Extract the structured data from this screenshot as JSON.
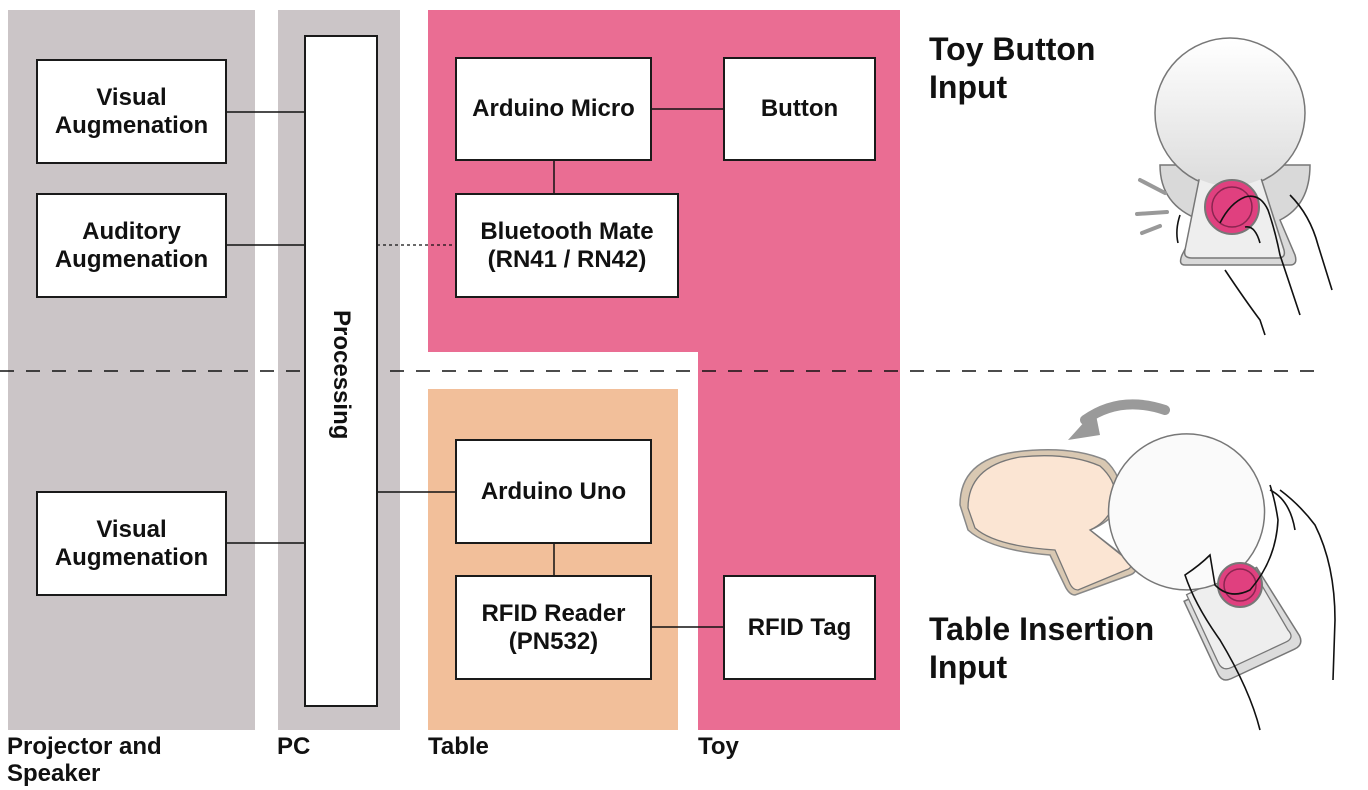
{
  "groups": {
    "projector": "Projector and\nSpeaker",
    "pc": "PC",
    "table": "Table",
    "toy": "Toy"
  },
  "boxes": {
    "visual_top": "Visual\nAugmenation",
    "auditory": "Auditory\nAugmenation",
    "visual_bottom": "Visual\nAugmenation",
    "processing": "Processing",
    "arduino_micro": "Arduino Micro",
    "button": "Button",
    "bluetooth": "Bluetooth Mate\n(RN41 / RN42)",
    "arduino_uno": "Arduino Uno",
    "rfid_reader": "RFID Reader\n(PN532)",
    "rfid_tag": "RFID Tag"
  },
  "titles": {
    "toy_button_input": "Toy Button\nInput",
    "table_insertion_input": "Table Insertion\nInput"
  },
  "colors": {
    "gray_panel": "#cbc5c7",
    "toy_pink": "#ea6d93",
    "table_peach": "#f2bf9a",
    "button_magenta": "#e0407f"
  }
}
